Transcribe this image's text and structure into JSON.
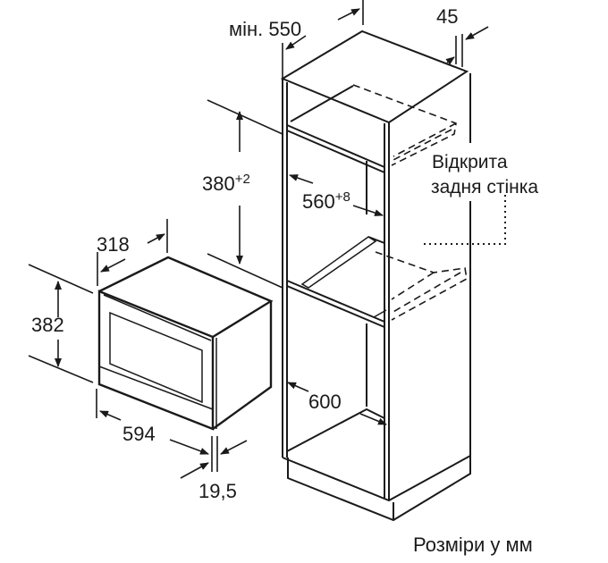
{
  "dimensions": {
    "cabinet_depth": "мін. 550",
    "rear_gap": "45",
    "niche_height": "380",
    "niche_height_tol": "+2",
    "niche_width": "560",
    "niche_width_tol": "+8",
    "cabinet_width": "600",
    "appliance_depth": "318",
    "appliance_height": "382",
    "appliance_width": "594",
    "front_thickness": "19,5"
  },
  "note": {
    "line1": "Відкрита",
    "line2": "задня стінка"
  },
  "caption": "Розміри у мм"
}
